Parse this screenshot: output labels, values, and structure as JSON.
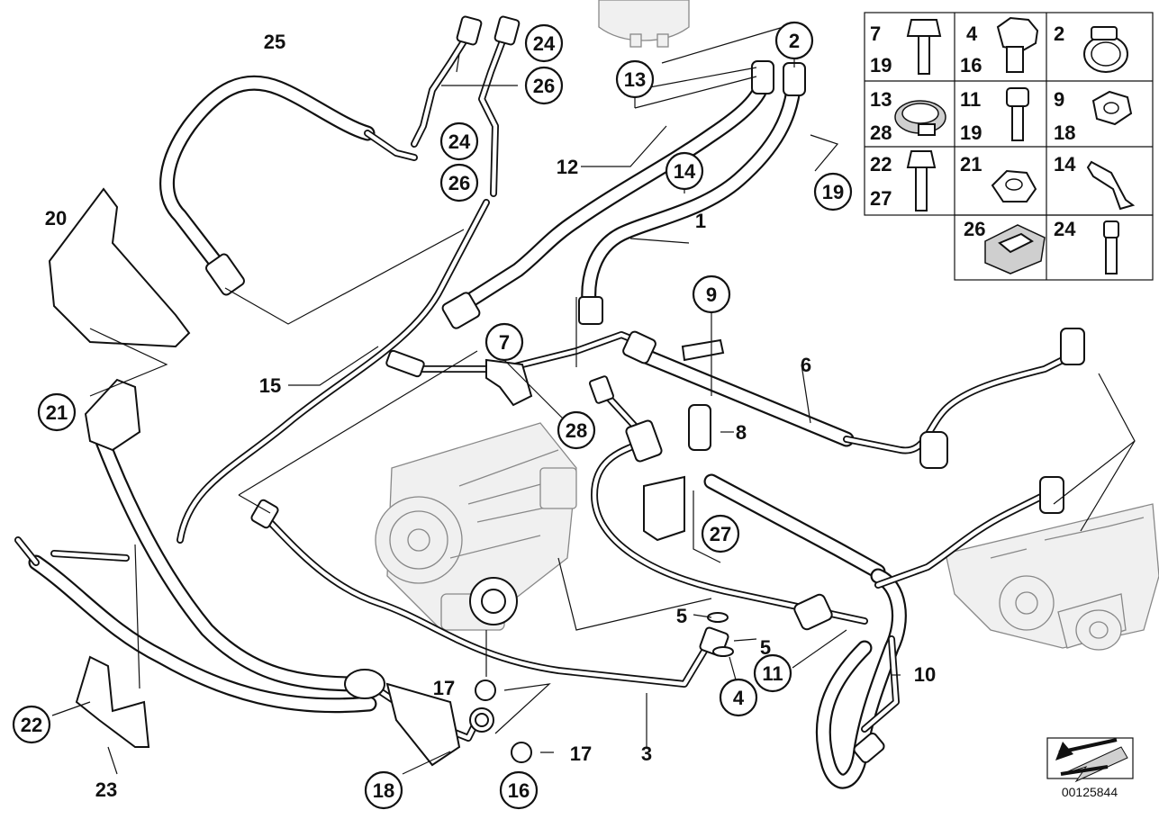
{
  "document_id": "00125844",
  "callouts": {
    "c1": "1",
    "c2": "2",
    "c3": "3",
    "c4": "4",
    "c5a": "5",
    "c5b": "5",
    "c6": "6",
    "c7": "7",
    "c8": "8",
    "c9": "9",
    "c10": "10",
    "c11": "11",
    "c12": "12",
    "c13": "13",
    "c14": "14",
    "c15": "15",
    "c16": "16",
    "c17a": "17",
    "c17b": "17",
    "c18": "18",
    "c19": "19",
    "c20": "20",
    "c21": "21",
    "c22": "22",
    "c23": "23",
    "c24a": "24",
    "c24b": "24",
    "c25": "25",
    "c26a": "26",
    "c26b": "26",
    "c27": "27",
    "c28": "28"
  },
  "parts_table": [
    {
      "labels": [
        "7",
        "19"
      ],
      "icon": "hex-bolt-icon"
    },
    {
      "labels": [
        "4",
        "16"
      ],
      "icon": "banjo-bolt-icon"
    },
    {
      "labels": [
        "2"
      ],
      "icon": "hose-clamp-icon"
    },
    {
      "labels": [
        "13",
        "28"
      ],
      "icon": "clamp-ring-icon"
    },
    {
      "labels": [
        "11",
        "19"
      ],
      "icon": "socket-screw-icon"
    },
    {
      "labels": [
        "9",
        "18"
      ],
      "icon": "hex-nut-icon"
    },
    {
      "labels": [
        "22",
        "27"
      ],
      "icon": "flange-bolt-icon"
    },
    {
      "labels": [
        "21"
      ],
      "icon": "flange-nut-icon"
    },
    {
      "labels": [
        "14"
      ],
      "icon": "hose-clip-icon"
    },
    {
      "labels": [
        "26"
      ],
      "icon": "clip-nut-icon"
    },
    {
      "labels": [
        "24"
      ],
      "icon": "stud-bolt-icon"
    }
  ],
  "nav_icon": "arrow-icon"
}
